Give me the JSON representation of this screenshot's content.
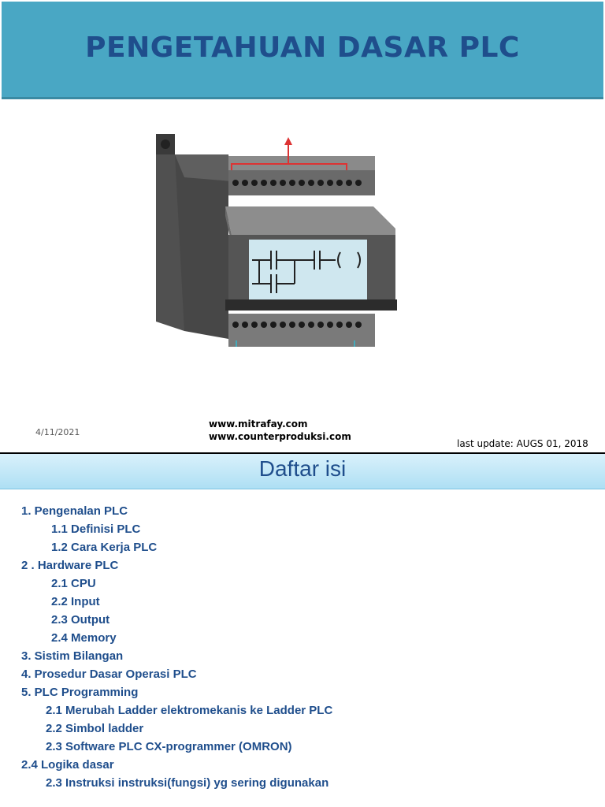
{
  "slide1": {
    "title": "PENGETAHUAN DASAR PLC",
    "date": "4/11/2021",
    "url1": "www.mitrafay.com",
    "url2": "www.counterproduksi.com",
    "last_update": "last update: AUGS 01, 2018",
    "image_icon": "plc-device-illustration"
  },
  "slide2": {
    "title": "Daftar isi",
    "items": [
      "1.  Pengenalan PLC",
      "1.1  Definisi PLC",
      "1.2  Cara Kerja PLC",
      "2 . Hardware PLC",
      "2.1   CPU",
      "2.2   Input",
      "2.3   Output",
      "2.4 Memory",
      "3. Sistim Bilangan",
      "4. Prosedur Dasar Operasi PLC",
      "5. PLC Programming",
      "2.1  Merubah Ladder elektromekanis ke Ladder PLC",
      "2.2  Simbol ladder",
      "2.3  Software PLC  CX-programmer (OMRON)",
      "2.4  Logika dasar",
      "2.3  Instruksi instruksi(fungsi) yg sering digunakan"
    ]
  },
  "colors": {
    "title_bar": "#49a7c4",
    "title_text": "#1f4e8c",
    "toc_header": "#aedff4"
  }
}
